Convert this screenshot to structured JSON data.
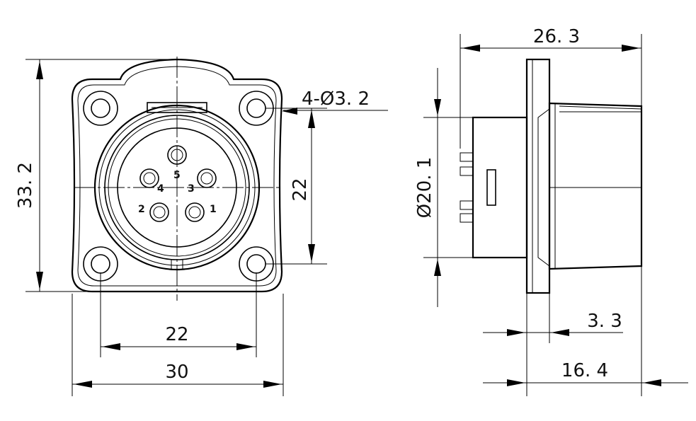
{
  "front_view": {
    "dimensions": {
      "height": "33. 2",
      "hole_spacing_vertical": "22",
      "hole_spacing_horizontal": "22",
      "width": "30",
      "mount_holes": "4-Ø3. 2"
    },
    "pins": [
      "1",
      "2",
      "3",
      "4",
      "5"
    ]
  },
  "side_view": {
    "dimensions": {
      "overall_length": "26. 3",
      "body_diameter": "Ø20. 1",
      "flange_thickness": "3. 3",
      "depth": "16. 4"
    }
  }
}
